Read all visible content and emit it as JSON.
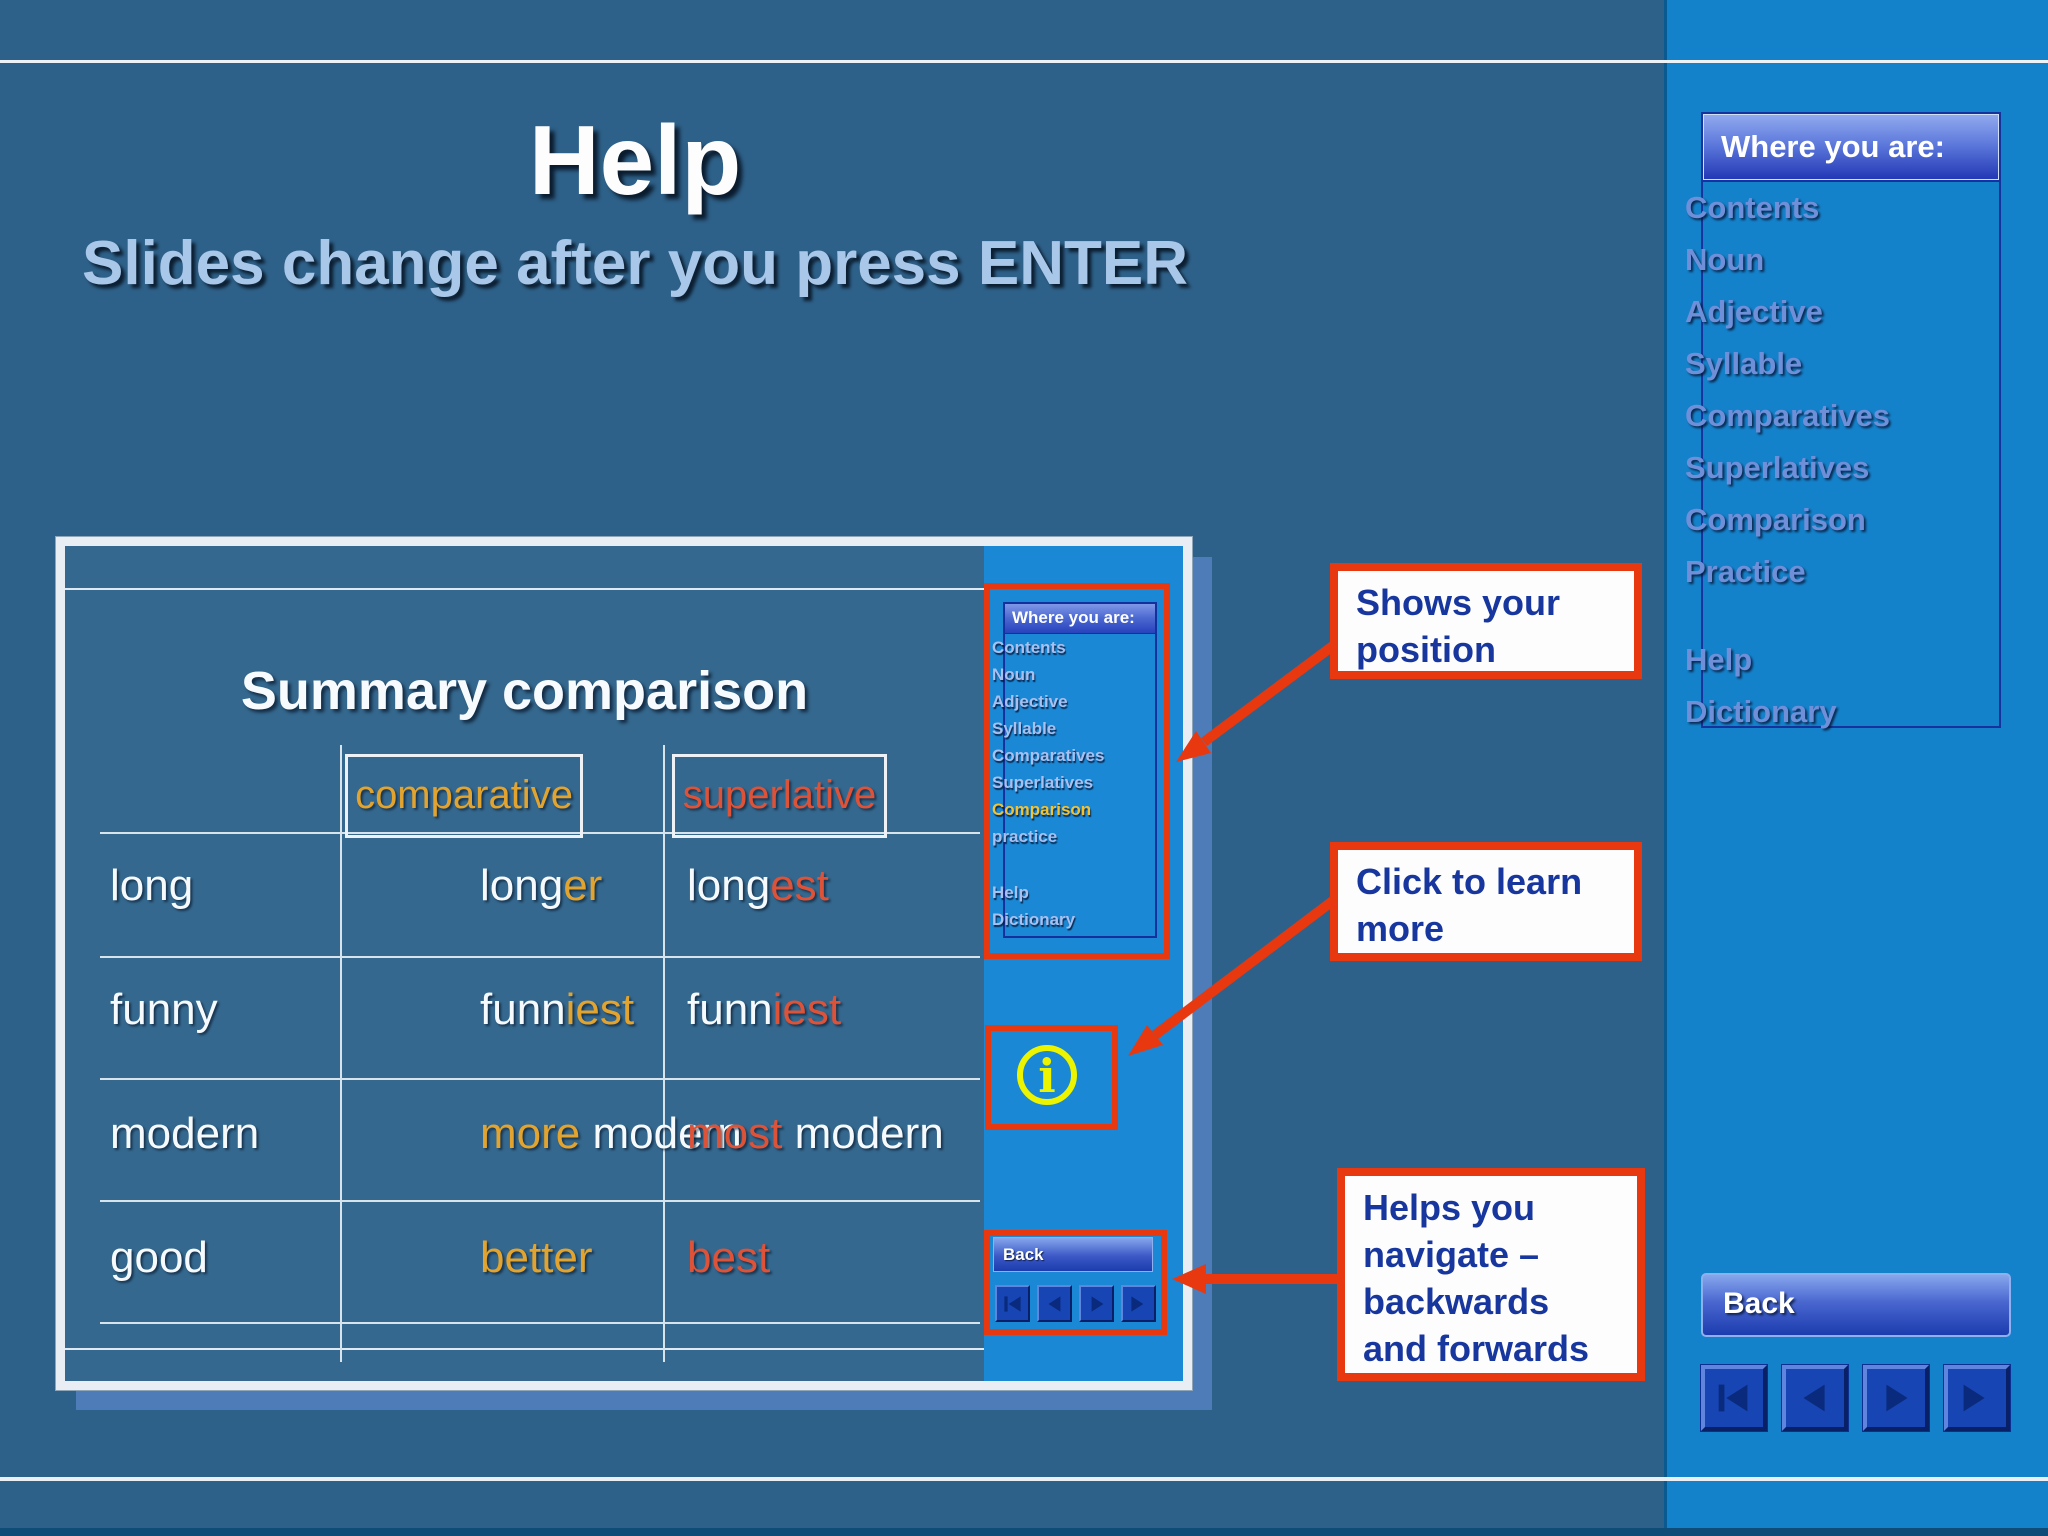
{
  "colors": {
    "background_teal": "#2e6189",
    "sidebar_blue": "#1482ca",
    "preview_sidebar_blue": "#1a88d4",
    "annotation_red": "#e8380f",
    "callout_navy": "#17379e",
    "menu_periwinkle": "#6f8fd8",
    "gold": "#e2a42e",
    "highlight_red": "#de5238",
    "info_yellow": "#ecf400"
  },
  "header": {
    "title": "Help",
    "subtitle": "Slides change after you press ENTER"
  },
  "sidebar": {
    "title": "Where you are:",
    "items": [
      {
        "label": "Contents"
      },
      {
        "label": "Noun"
      },
      {
        "label": "Adjective"
      },
      {
        "label": "Syllable"
      },
      {
        "label": "Comparatives"
      },
      {
        "label": "Superlatives"
      },
      {
        "label": "Comparison"
      },
      {
        "label": "Practice"
      }
    ],
    "items_secondary": [
      {
        "label": "Help"
      },
      {
        "label": "Dictionary"
      }
    ],
    "back_label": "Back",
    "nav_buttons": [
      "first",
      "previous",
      "next",
      "last"
    ]
  },
  "preview": {
    "title": "Summary comparison",
    "columns": [
      "comparative",
      "superlative"
    ],
    "rows": [
      {
        "base": "long",
        "comparative": [
          [
            "long",
            "w"
          ],
          [
            "er",
            "g"
          ]
        ],
        "superlative": [
          [
            "long",
            "w"
          ],
          [
            "est",
            "r"
          ]
        ]
      },
      {
        "base": "funny",
        "comparative": [
          [
            "funn",
            "w"
          ],
          [
            "iest",
            "g"
          ]
        ],
        "superlative": [
          [
            "funn",
            "w"
          ],
          [
            "iest",
            "r"
          ]
        ]
      },
      {
        "base": "modern",
        "comparative": [
          [
            "more",
            "g"
          ],
          [
            " modern",
            "w"
          ]
        ],
        "superlative": [
          [
            "most",
            "r"
          ],
          [
            " modern",
            "w"
          ]
        ]
      },
      {
        "base": "good",
        "comparative": [
          [
            "better",
            "g"
          ]
        ],
        "superlative": [
          [
            "best",
            "r"
          ]
        ]
      }
    ],
    "sidebar": {
      "title": "Where you are:",
      "items": [
        {
          "label": "Contents"
        },
        {
          "label": "Noun"
        },
        {
          "label": "Adjective"
        },
        {
          "label": "Syllable"
        },
        {
          "label": "Comparatives"
        },
        {
          "label": "Superlatives"
        },
        {
          "label": "Comparison",
          "highlight": true
        },
        {
          "label": "practice"
        }
      ],
      "items_secondary": [
        {
          "label": "Help"
        },
        {
          "label": "Dictionary"
        }
      ],
      "back_label": "Back",
      "nav_buttons": [
        "first",
        "previous",
        "next",
        "last"
      ],
      "info_icon": "info-icon"
    }
  },
  "callouts": [
    {
      "text": "Shows your position"
    },
    {
      "text": "Click to learn more"
    },
    {
      "text": "Helps you navigate – backwards and forwards"
    }
  ]
}
